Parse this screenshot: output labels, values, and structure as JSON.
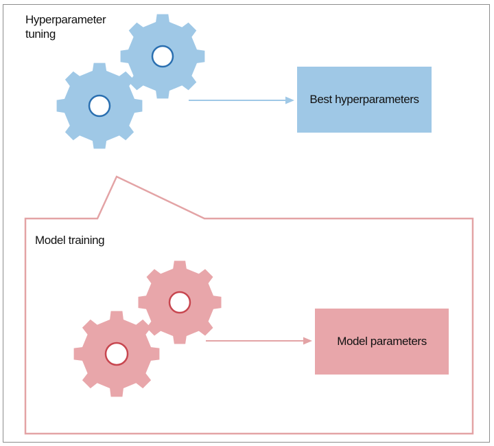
{
  "hyperparameter_section": {
    "title": "Hyperparameter tuning",
    "output_label": "Best hyperparameters"
  },
  "model_section": {
    "title": "Model training",
    "output_label": "Model parameters"
  },
  "colors": {
    "blue_fill": "#9fc8e6",
    "blue_ring": "#2a6fb0",
    "pink_fill": "#e8a6aa",
    "pink_ring": "#c7464f",
    "pink_outline": "#e3a3a5",
    "frame": "#8c8c8c"
  },
  "icons": [
    "gear-icon",
    "arrow-icon"
  ]
}
